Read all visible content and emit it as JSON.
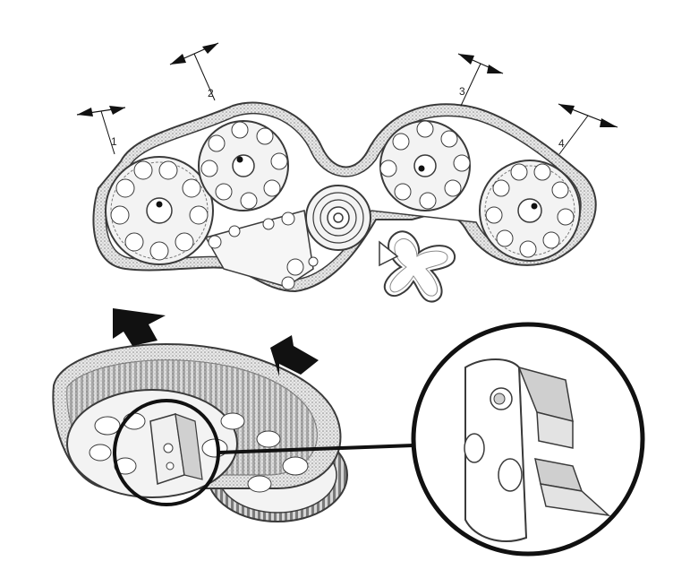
{
  "measure_points": [
    {
      "label": "1"
    },
    {
      "label": "2"
    },
    {
      "label": "3"
    },
    {
      "label": "4"
    }
  ],
  "colors": {
    "line": "#3a3a3a",
    "belt_fill": "#bdbdbd",
    "arrow": "#111111",
    "background": "#ffffff"
  }
}
